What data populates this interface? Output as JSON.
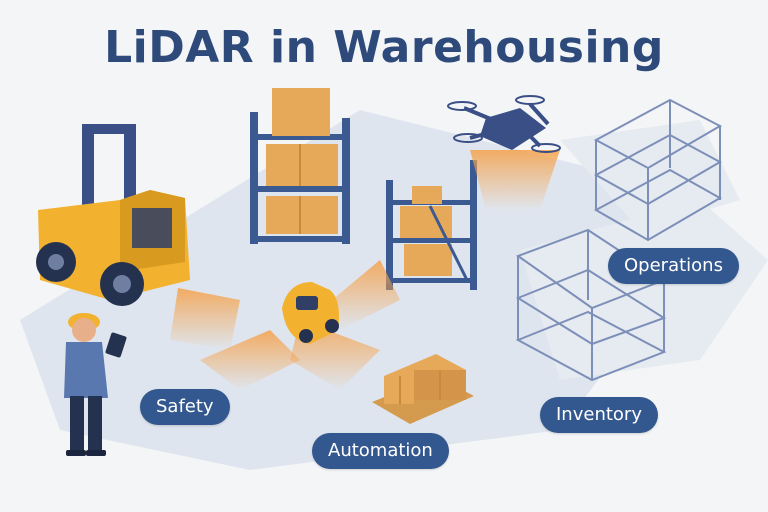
{
  "title": "LiDAR in Warehousing",
  "labels": {
    "safety": "Safety",
    "automation": "Automation",
    "inventory": "Inventory",
    "operations": "Operations"
  },
  "colors": {
    "title": "#2d4a7a",
    "pill": "#33588f",
    "floor": "#dfe5ee",
    "rack_blue": "#3c5a92",
    "box": "#e6a95a",
    "forklift": "#f2b230",
    "lidar_beam": "#f5a14a"
  },
  "icons": [
    "forklift-icon",
    "shelf-rack-icon",
    "drone-icon",
    "agv-robot-icon",
    "worker-tablet-icon",
    "pallet-boxes-icon",
    "wireframe-rack-icon"
  ]
}
